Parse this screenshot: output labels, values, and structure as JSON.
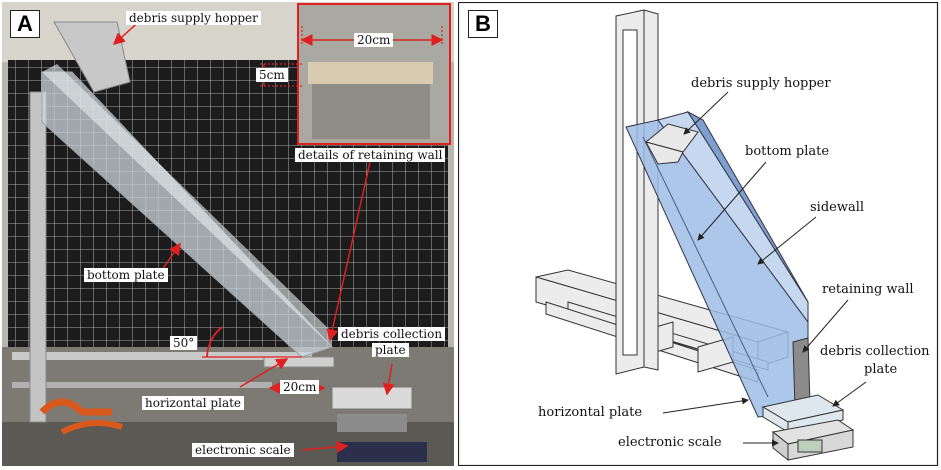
{
  "panel_a": {
    "letter": "A",
    "labels": {
      "hopper": "debris supply hopper",
      "width": "20cm",
      "height": "5cm",
      "retaining": "details of retaining wall",
      "bottom": "bottom plate",
      "angle": "50°",
      "collection_1": "debris collection",
      "collection_2": "plate",
      "horizontal": "horizontal plate",
      "gap": "20cm",
      "scale": "electronic scale"
    }
  },
  "panel_b": {
    "letter": "B",
    "labels": {
      "hopper": "debris supply hopper",
      "bottom": "bottom plate",
      "sidewall": "sidewall",
      "retaining": "retaining wall",
      "collection_1": "debris collection",
      "collection_2": "plate",
      "horizontal": "horizontal plate",
      "scale": "electronic scale"
    }
  },
  "colors": {
    "annotation_red": "#e02020",
    "plate_blue": "#9fbde6",
    "frame_gray": "#e6e6e6"
  }
}
